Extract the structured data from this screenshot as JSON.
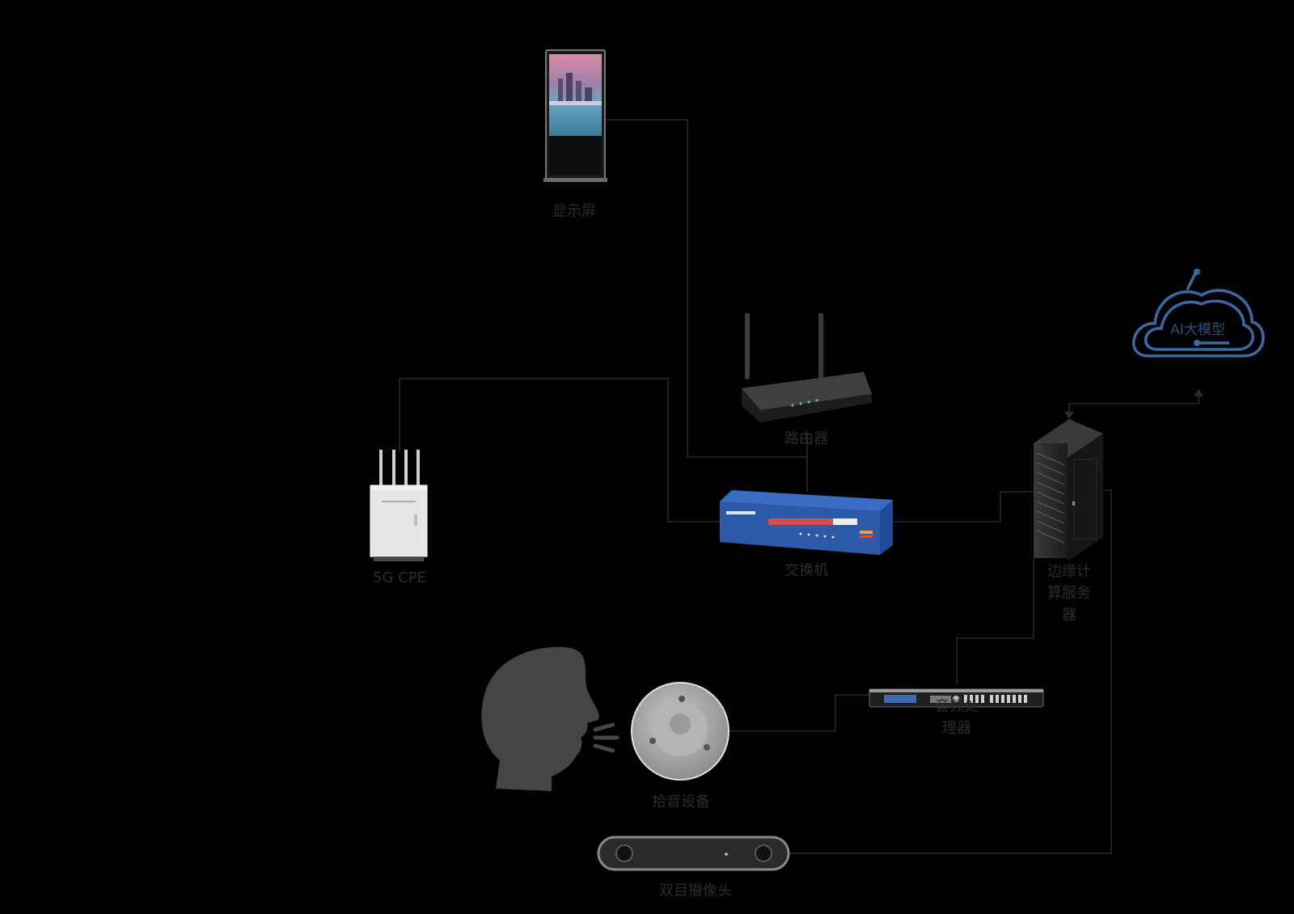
{
  "nodes": {
    "display": {
      "label": "显示屏"
    },
    "router": {
      "label": "路由器"
    },
    "cpe": {
      "label": "5G CPE"
    },
    "switch": {
      "label": "交换机"
    },
    "cloud": {
      "label": "AI大模型"
    },
    "edge_server": {
      "label": "边缘计算服务器"
    },
    "audio_processor": {
      "label": "音频处理器"
    },
    "mic": {
      "label": "拾音设备"
    },
    "camera": {
      "label": "双目摄像头"
    }
  },
  "colors": {
    "background": "#000000",
    "line": "#2a2a2a",
    "label": "#2c2c2c",
    "cloud": "#3a6aa6",
    "switch_body": "#2d5aa8"
  }
}
